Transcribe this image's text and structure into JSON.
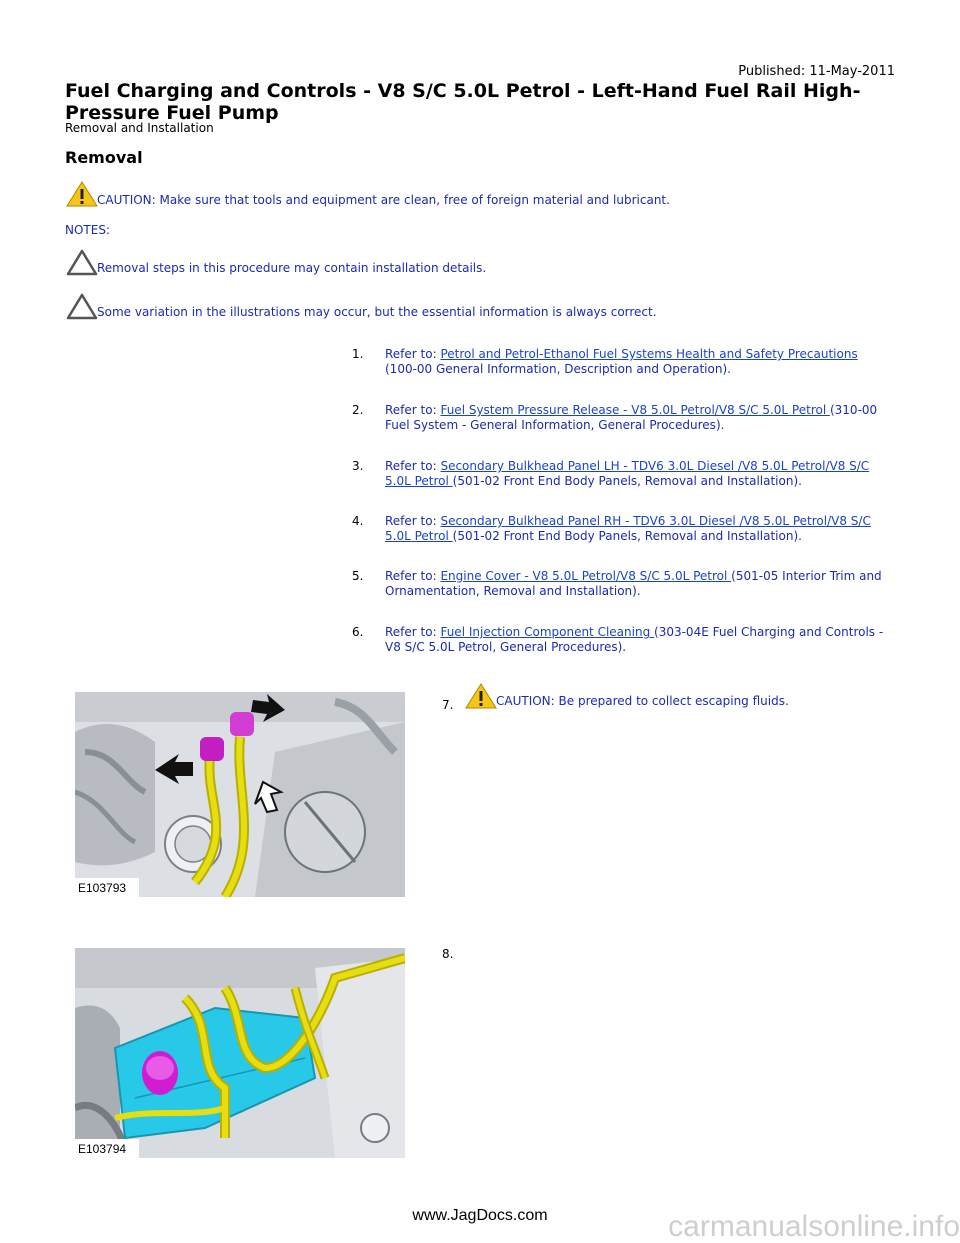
{
  "header": {
    "published": "Published: 11-May-2011",
    "title": "Fuel Charging and Controls - V8 S/C 5.0L Petrol - Left-Hand Fuel Rail High-Pressure Fuel Pump",
    "subtitle": "Removal and Installation"
  },
  "section_title": "Removal",
  "caution": "CAUTION: Make sure that tools and equipment are clean, free of foreign material and lubricant.",
  "notes_label": "NOTES:",
  "notes": [
    "Removal steps in this procedure may contain installation details.",
    "Some variation in the illustrations may occur, but the essential information is always correct."
  ],
  "steps": [
    {
      "num": "1.",
      "prefix": "Refer to: ",
      "link": "Petrol and Petrol-Ethanol Fuel Systems Health and Safety Precautions",
      "suffix": "(100-00 General Information, Description and Operation)."
    },
    {
      "num": "2.",
      "prefix": "Refer to: ",
      "link": "Fuel System Pressure Release - V8 5.0L Petrol/V8 S/C 5.0L Petrol ",
      "suffix": "(310-00 Fuel System - General Information, General Procedures)."
    },
    {
      "num": "3.",
      "prefix": "Refer to: ",
      "link": "Secondary Bulkhead Panel LH - TDV6 3.0L Diesel /V8 5.0L Petrol/V8 S/C 5.0L Petrol ",
      "suffix": "(501-02 Front End Body Panels, Removal and Installation)."
    },
    {
      "num": "4.",
      "prefix": "Refer to: ",
      "link": "Secondary Bulkhead Panel RH - TDV6 3.0L Diesel /V8 5.0L Petrol/V8 S/C 5.0L Petrol ",
      "suffix": "(501-02 Front End Body Panels, Removal and Installation)."
    },
    {
      "num": "5.",
      "prefix": "Refer to: ",
      "link": "Engine Cover - V8 5.0L Petrol/V8 S/C 5.0L Petrol ",
      "suffix": "(501-05 Interior Trim and Ornamentation, Removal and Installation)."
    },
    {
      "num": "6.",
      "prefix": "Refer to: ",
      "link": "Fuel Injection Component Cleaning ",
      "suffix": "(303-04E Fuel Charging and Controls - V8 S/C 5.0L Petrol, General Procedures)."
    }
  ],
  "step7": {
    "num": "7.",
    "caution": "CAUTION: Be prepared to collect escaping fluids."
  },
  "step8": {
    "num": "8."
  },
  "figures": [
    {
      "label": "E103793"
    },
    {
      "label": "E103794"
    }
  ],
  "footer": "www.JagDocs.com",
  "watermark": "carmanualsonline.info",
  "colors": {
    "blue_text": "#1b2bb0",
    "link": "#1a44c8",
    "caution_yellow": "#f5c518",
    "magenta": "#d21cd2",
    "yellow_pipe": "#d8d000",
    "cyan": "#27c8e8"
  }
}
